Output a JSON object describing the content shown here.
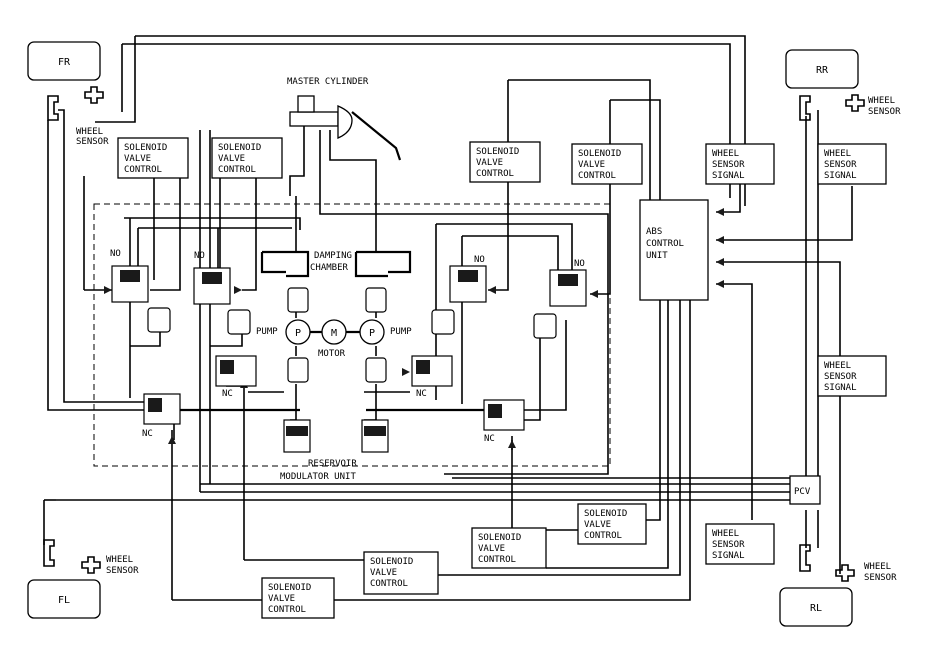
{
  "corners": {
    "fr": "FR",
    "rr": "RR",
    "fl": "FL",
    "rl": "RL"
  },
  "master_cylinder": "MASTER CYLINDER",
  "damping_chamber": [
    "DAMPING",
    "CHAMBER"
  ],
  "pump_left": "PUMP",
  "pump_right": "PUMP",
  "motor": "MOTOR",
  "pump_symbol": "P",
  "motor_symbol": "M",
  "reservoir": "RESERVOIR",
  "modulator_unit": "MODULATOR  UNIT",
  "abs_unit": [
    "ABS",
    "CONTROL",
    "UNIT"
  ],
  "pcv": "PCV",
  "valve_no": "NO",
  "valve_nc": "NC",
  "wheel_sensor_fr": [
    "WHEEL",
    "SENSOR"
  ],
  "wheel_sensor_rr": [
    "WHEEL",
    "SENSOR"
  ],
  "wheel_sensor_fl": [
    "WHEEL",
    "SENSOR"
  ],
  "wheel_sensor_rl": [
    "WHEEL",
    "SENSOR"
  ],
  "svc_label": [
    "SOLENOID",
    "VALVE",
    "CONTROL"
  ],
  "wss_label": [
    "WHEEL",
    "SENSOR",
    "SIGNAL"
  ]
}
